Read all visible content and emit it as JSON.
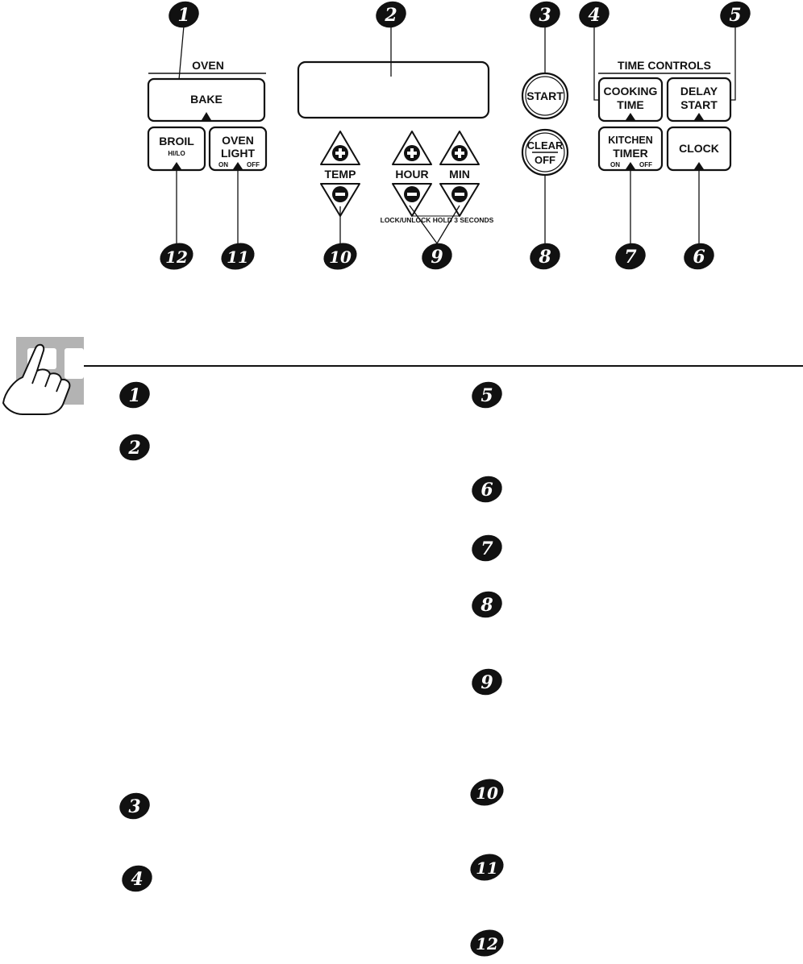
{
  "panel": {
    "oven_header": "OVEN",
    "time_controls_header": "TIME CONTROLS",
    "bake": "BAKE",
    "broil": "BROIL",
    "broil_sub": "HI/LO",
    "oven_light_line1": "OVEN",
    "oven_light_line2": "LIGHT",
    "oven_light_on": "ON",
    "oven_light_off": "OFF",
    "temp": "TEMP",
    "hour": "HOUR",
    "min": "MIN",
    "lock_note": "LOCK/UNLOCK HOLD 3 SECONDS",
    "start": "START",
    "clear": "CLEAR",
    "off": "OFF",
    "cooking_time_line1": "COOKING",
    "cooking_time_line2": "TIME",
    "delay_start_line1": "DELAY",
    "delay_start_line2": "START",
    "kitchen_timer_line1": "KITCHEN",
    "kitchen_timer_line2": "TIMER",
    "kitchen_timer_on": "ON",
    "kitchen_timer_off": "OFF",
    "clock": "CLOCK"
  },
  "callouts": [
    "1",
    "2",
    "3",
    "4",
    "5",
    "6",
    "7",
    "8",
    "9",
    "10",
    "11",
    "12"
  ],
  "icons": {
    "section_icon": "pointing-hand-icon",
    "plus": "plus-icon",
    "minus": "minus-icon"
  },
  "colors": {
    "ink": "#111111",
    "icon_gray": "#b3b3b3"
  }
}
